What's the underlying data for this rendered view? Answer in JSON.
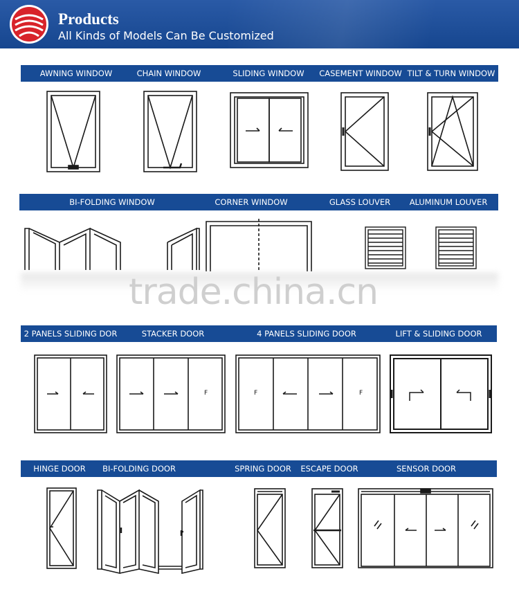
{
  "header": {
    "title": "Products",
    "subtitle": "All Kinds of Models Can Be Customized"
  },
  "colors": {
    "bar": "#174b95",
    "logo_red": "#d8232a",
    "line": "#1a1a1a"
  },
  "sections": [
    {
      "labels": [
        "AWNING WINDOW",
        "CHAIN WINDOW",
        "SLIDING WINDOW",
        "CASEMENT WINDOW",
        "TILT & TURN WINDOW"
      ]
    },
    {
      "labels": [
        "BI-FOLDING WINDOW",
        "CORNER WINDOW",
        "GLASS LOUVER",
        "ALUMINUM LOUVER"
      ]
    },
    {
      "labels": [
        "2 PANELS SLIDING DOR",
        "STACKER DOOR",
        "4 PANELS SLIDING DOOR",
        "LIFT & SLIDING DOOR"
      ]
    },
    {
      "labels": [
        "HINGE DOOR",
        "BI-FOLDING DOOR",
        "SPRING DOOR",
        "ESCAPE DOOR",
        "SENSOR DOOR"
      ]
    }
  ],
  "panel_marks": {
    "fixed": "F"
  },
  "watermark": "trade.china.cn"
}
